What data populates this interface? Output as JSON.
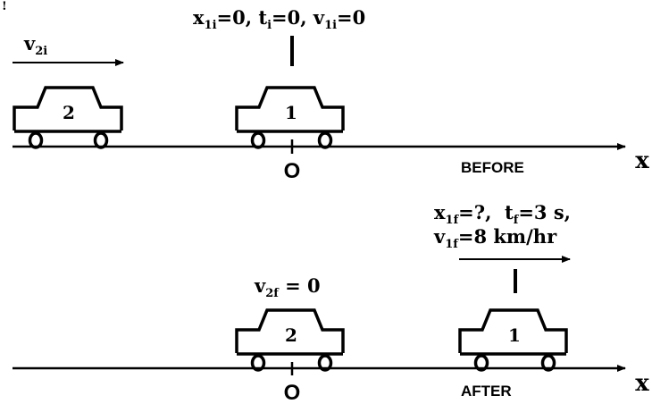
{
  "before": {
    "car2_velocity": {
      "symbol": "v",
      "subscript": "2i"
    },
    "car1_conditions": [
      {
        "symbol": "x",
        "subscript": "1i",
        "rest": "=0, "
      },
      {
        "symbol": "t",
        "subscript": "i",
        "rest": "=0, "
      },
      {
        "symbol": "v",
        "subscript": "1i",
        "rest": "=0"
      }
    ],
    "car1_number": "1",
    "car2_number": "2",
    "origin_label": "O",
    "axis_label": "x",
    "caption": "BEFORE"
  },
  "after": {
    "car2_velocity": {
      "symbol": "v",
      "subscript": "2f",
      "rest": " = 0"
    },
    "car1_conditions_line1": [
      {
        "symbol": "x",
        "subscript": "1f",
        "rest": "=?,  "
      },
      {
        "symbol": "t",
        "subscript": "f",
        "rest": "=3 s,"
      }
    ],
    "car1_conditions_line2": [
      {
        "symbol": "v",
        "subscript": "1f",
        "rest": "=8 km/hr"
      }
    ],
    "car2_number": "2",
    "car1_number": "1",
    "origin_label": "O",
    "axis_label": "x",
    "caption": "AFTER"
  },
  "corner_mark": "!"
}
